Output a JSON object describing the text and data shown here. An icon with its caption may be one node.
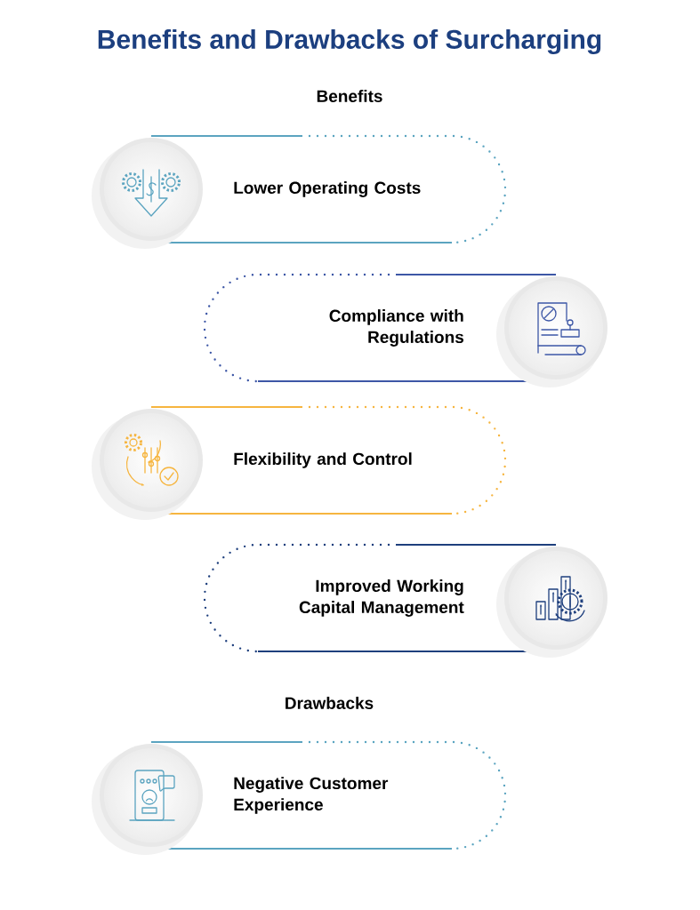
{
  "diagram": {
    "title": "Benefits and Drawbacks of Surcharging",
    "nodes": [
      {
        "text": [
          "Lower Operating Costs"
        ]
      },
      {
        "text": [
          "Compliance with Regulations"
        ]
      },
      {
        "text": [
          "Flexibility and Control"
        ]
      },
      {
        "text": [
          "Improved Working Capital Management"
        ]
      },
      {
        "text": [
          "Negative Customer Experience"
        ]
      }
    ],
    "labels": [
      "Benefits",
      "Drawbacks"
    ]
  }
}
